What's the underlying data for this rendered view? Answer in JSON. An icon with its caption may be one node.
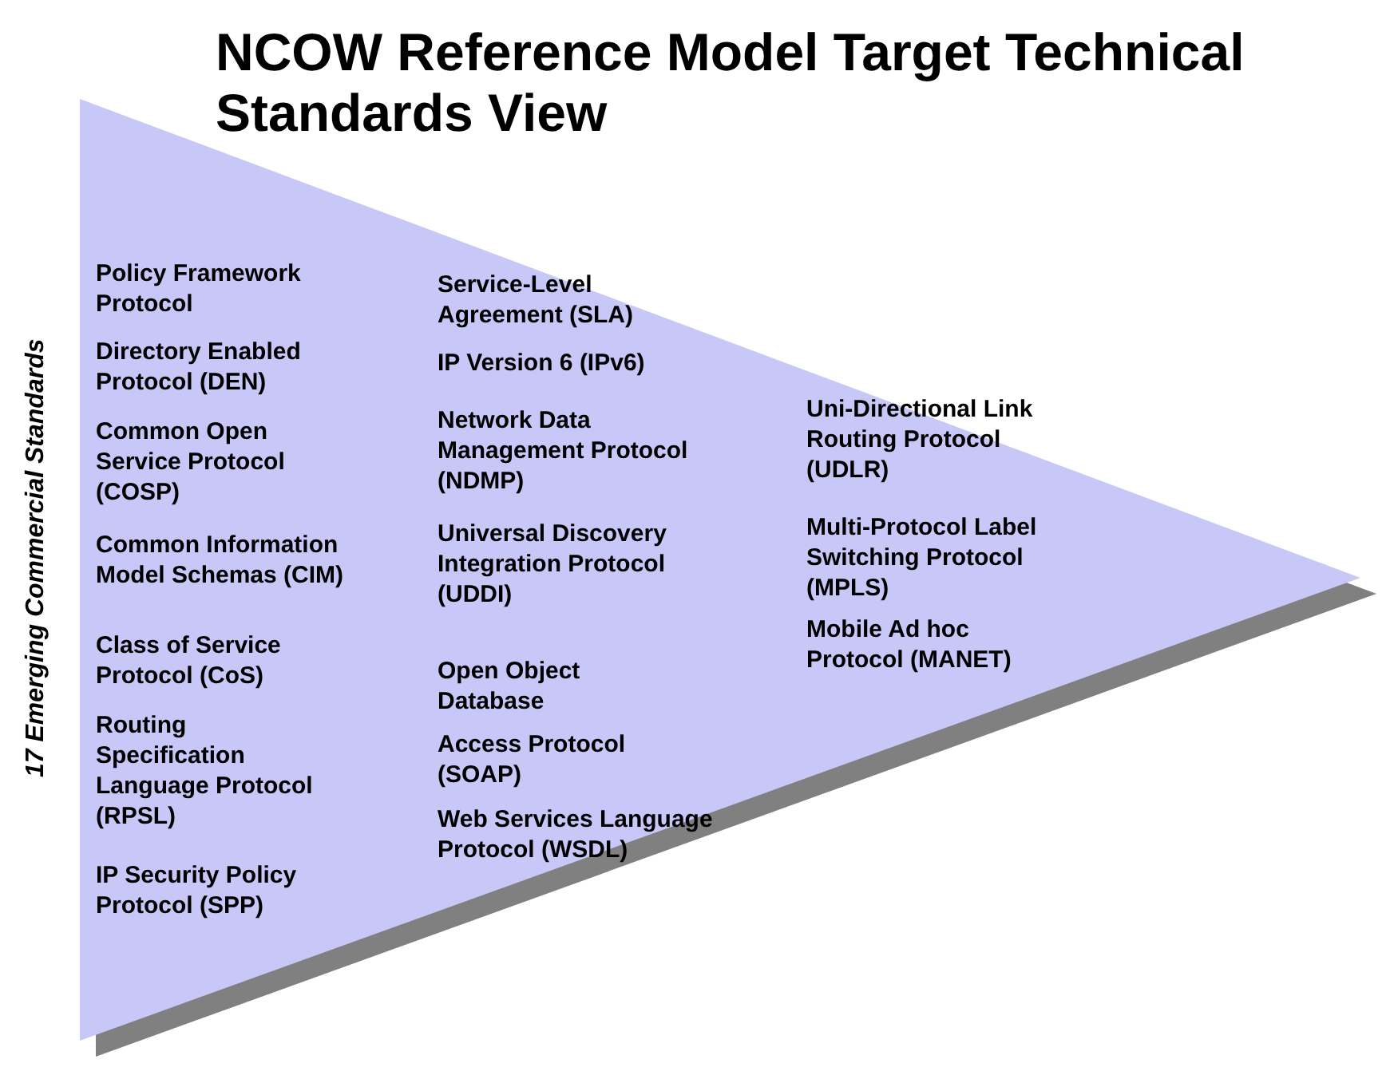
{
  "diagram": {
    "title": "NCOW Reference Model Target Technical Standards View",
    "nodes": [
      {
        "text": [
          "Policy Framework Protocol",
          "Directory Enabled Protocol (DEN)",
          "Common Open Service Protocol (COSP)",
          "Common Information Model Schemas (CIM)",
          "Class of Service Protocol (CoS)",
          "Routing Specification Language Protocol (RPSL)",
          "IP Security Policy Protocol (SPP)",
          "Service-Level Agreement (SLA)",
          "IP Version 6 (IPv6)",
          "Network Data Management Protocol (NDMP)",
          "Universal Discovery Integration Protocol (UDDI)",
          "Open Object Database",
          "Access Protocol (SOAP)",
          "Web Services Language Protocol (WSDL)",
          "Uni-Directional Link Routing Protocol (UDLR)",
          "Multi-Protocol Label Switching Protocol (MPLS)",
          "Mobile Ad hoc Protocol (MANET)"
        ]
      }
    ],
    "edges": [],
    "labels": [
      "17 Emerging Commercial Standards"
    ]
  }
}
